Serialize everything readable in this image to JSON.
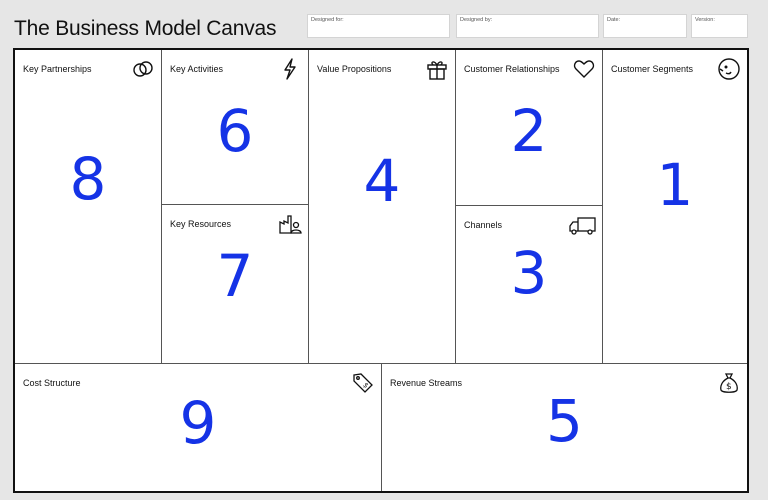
{
  "title": "The Business Model Canvas",
  "meta": {
    "designed_for": "Designed for:",
    "designed_by": "Designed by:",
    "date": "Date:",
    "version": "Version:"
  },
  "blocks": {
    "key_partnerships": {
      "label": "Key Partnerships",
      "number": "8",
      "icon": "link-icon"
    },
    "key_activities": {
      "label": "Key Activities",
      "number": "6",
      "icon": "lightning-icon"
    },
    "key_resources": {
      "label": "Key Resources",
      "number": "7",
      "icon": "factory-person-icon"
    },
    "value_propositions": {
      "label": "Value Propositions",
      "number": "4",
      "icon": "gift-icon"
    },
    "customer_relationships": {
      "label": "Customer Relationships",
      "number": "2",
      "icon": "heart-icon"
    },
    "channels": {
      "label": "Channels",
      "number": "3",
      "icon": "truck-icon"
    },
    "customer_segments": {
      "label": "Customer Segments",
      "number": "1",
      "icon": "face-icon"
    },
    "cost_structure": {
      "label": "Cost Structure",
      "number": "9",
      "icon": "price-tag-icon"
    },
    "revenue_streams": {
      "label": "Revenue Streams",
      "number": "5",
      "icon": "money-bag-icon"
    }
  },
  "colors": {
    "number": "#1533e6",
    "border": "#111111"
  }
}
